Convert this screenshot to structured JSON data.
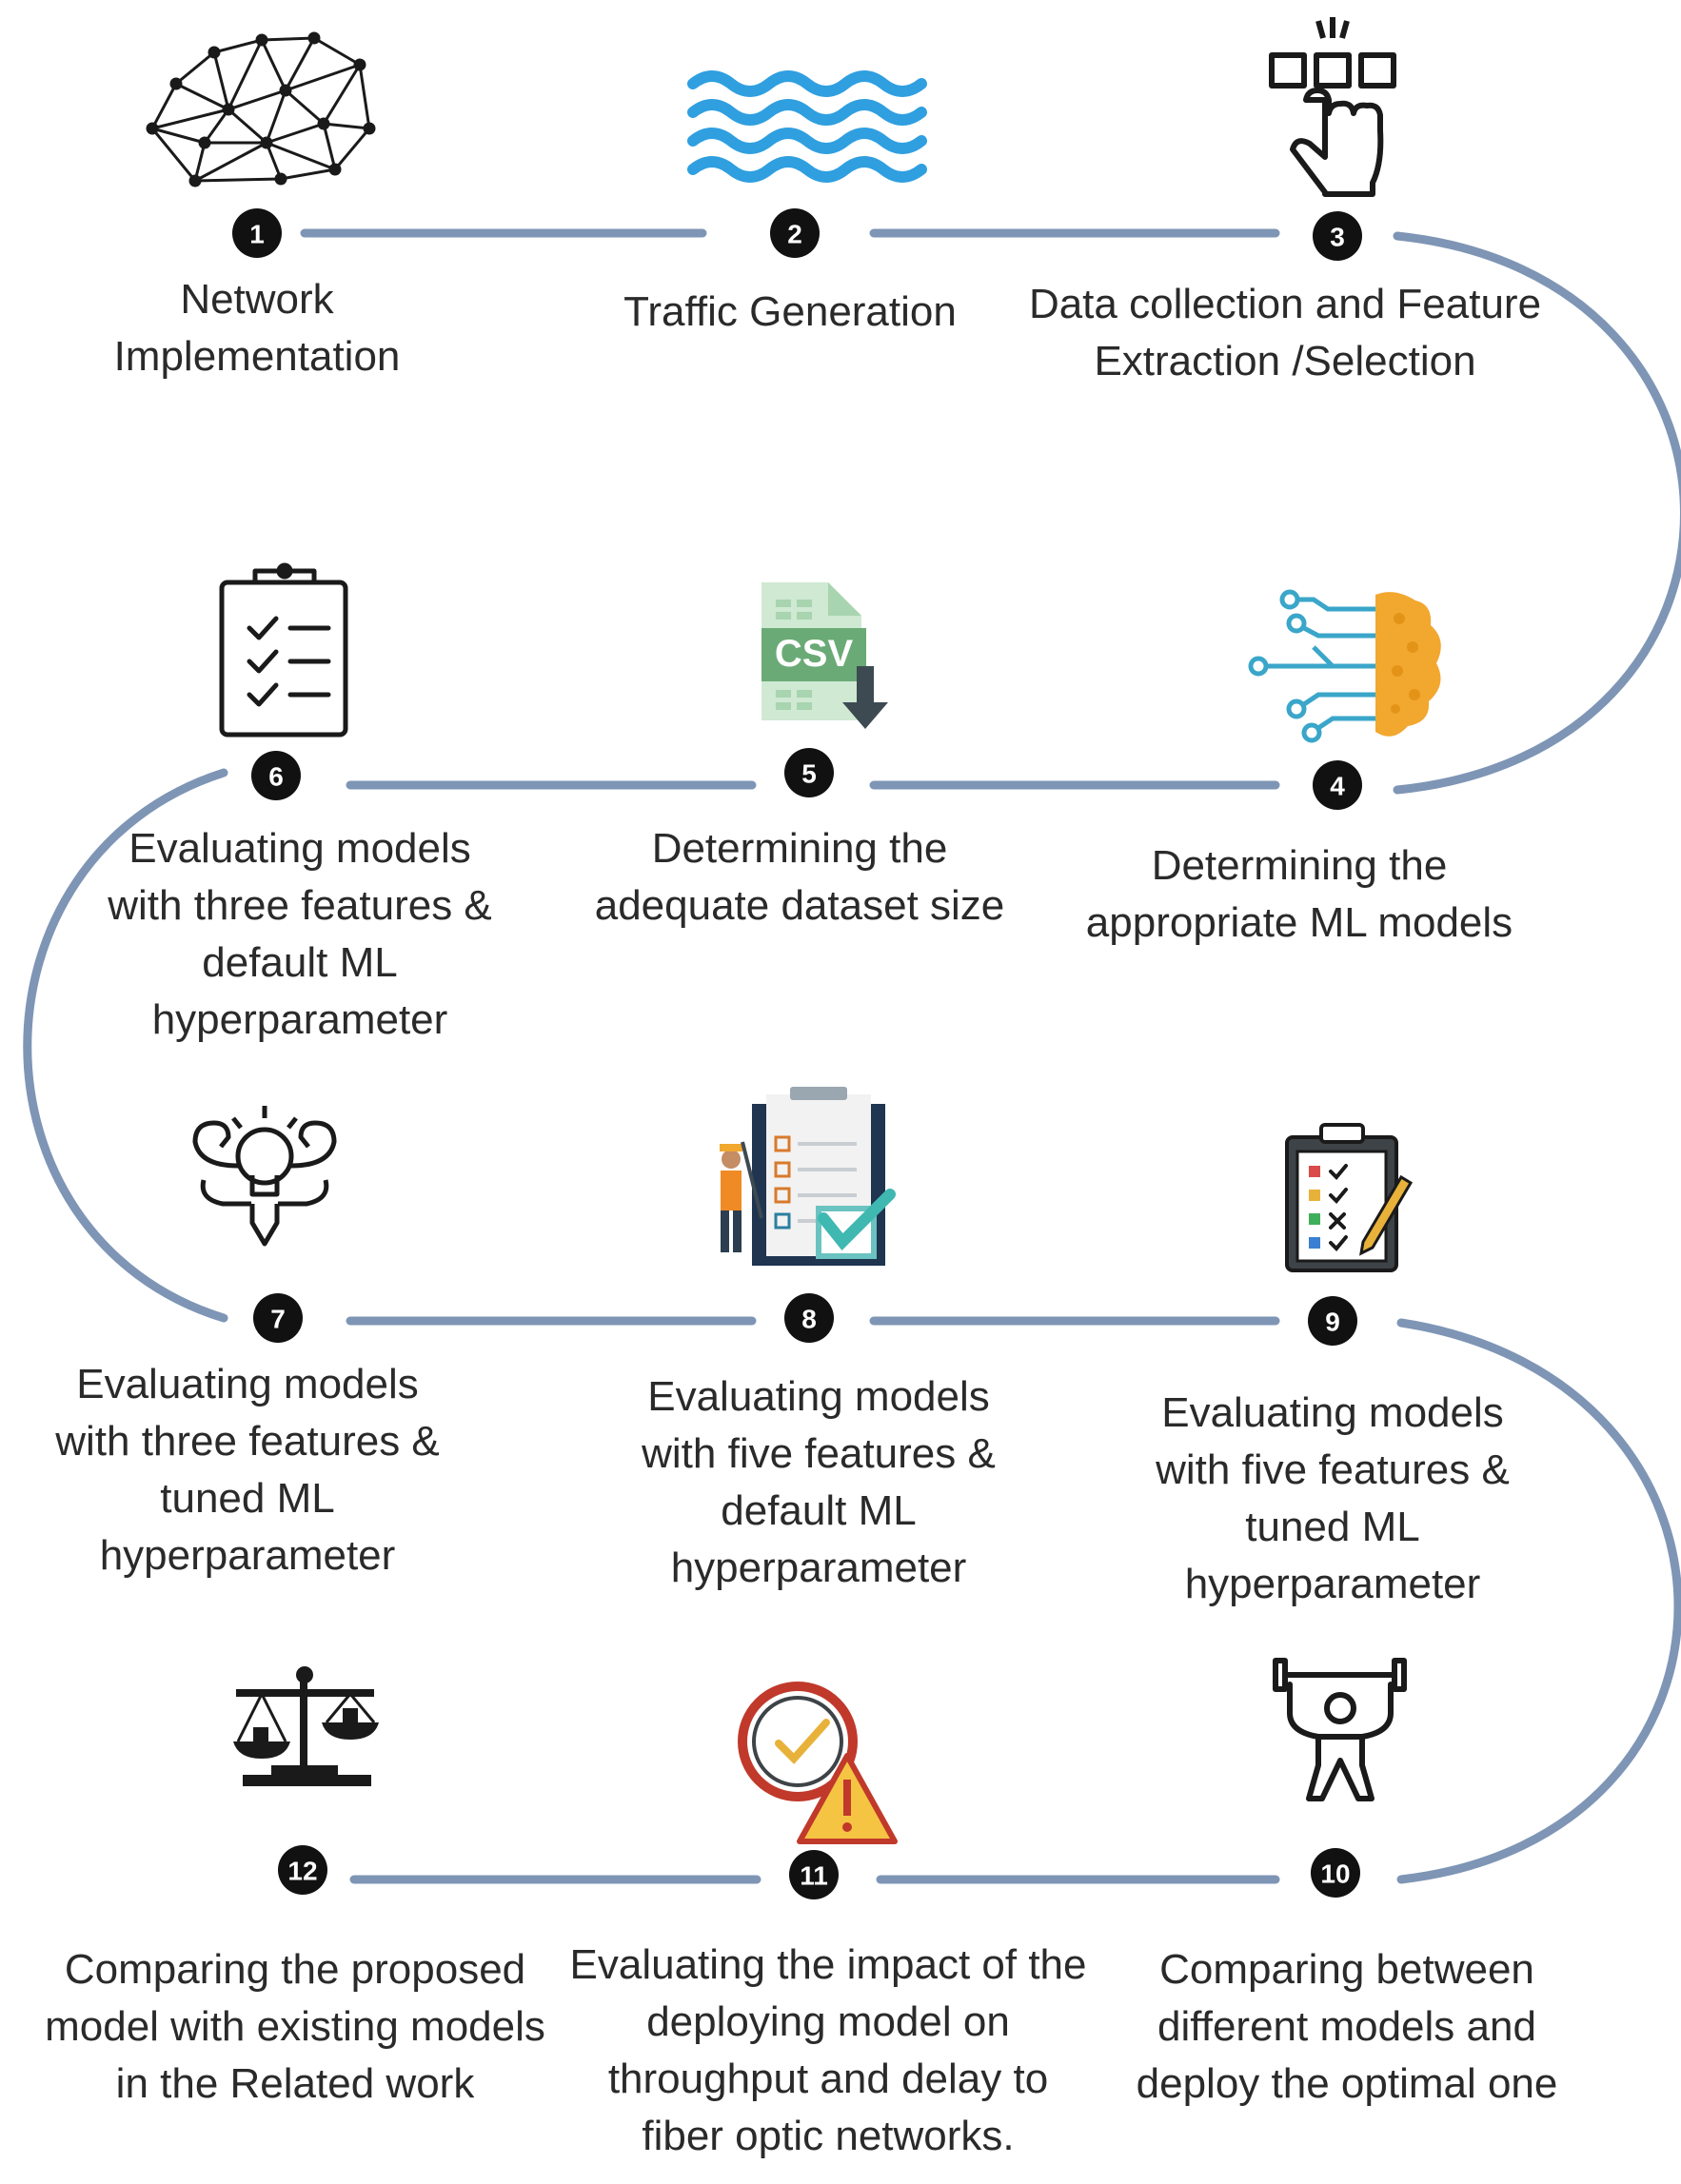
{
  "colors": {
    "connector": "#7e95b5",
    "badge": "#111111",
    "icon_dark": "#1a1a1a",
    "wave": "#2f9fe0",
    "brain": "#f2a72f",
    "circuit": "#3aa6c9",
    "csv_green": "#6aaa76",
    "alert": "#f6c443",
    "clock_red": "#c0392b"
  },
  "steps": [
    {
      "num": "1",
      "label": "Network\nImplementation",
      "icon": "network-mesh-icon"
    },
    {
      "num": "2",
      "label": "Traffic Generation",
      "icon": "waves-icon"
    },
    {
      "num": "3",
      "label": "Data collection and Feature\nExtraction /Selection",
      "icon": "hand-select-icon"
    },
    {
      "num": "4",
      "label": "Determining the\nappropriate ML models",
      "icon": "brain-circuit-icon"
    },
    {
      "num": "5",
      "label": "Determining the\nadequate dataset size",
      "icon": "csv-download-icon"
    },
    {
      "num": "6",
      "label": "Evaluating models\nwith three features &\ndefault ML\nhyperparameter",
      "icon": "checklist-clipboard-icon"
    },
    {
      "num": "7",
      "label": "Evaluating  models\nwith three features &\ntuned ML\nhyperparameter",
      "icon": "strong-lightbulb-icon"
    },
    {
      "num": "8",
      "label": "Evaluating models\nwith five features &\ndefault  ML\nhyperparameter",
      "icon": "worker-clipboard-icon"
    },
    {
      "num": "9",
      "label": "Evaluating models\nwith five features &\ntuned ML\nhyperparameter",
      "icon": "task-clipboard-icon"
    },
    {
      "num": "10",
      "label": "Comparing between\ndifferent models and\ndeploy the  optimal one",
      "icon": "weightlifter-icon"
    },
    {
      "num": "11",
      "label": "Evaluating the impact of the\ndeploying model on\nthroughput and delay to\nfiber optic networks.",
      "icon": "clock-alert-icon"
    },
    {
      "num": "12",
      "label": "Comparing the proposed\nmodel with existing models\nin the Related work",
      "icon": "balance-scale-icon"
    }
  ]
}
